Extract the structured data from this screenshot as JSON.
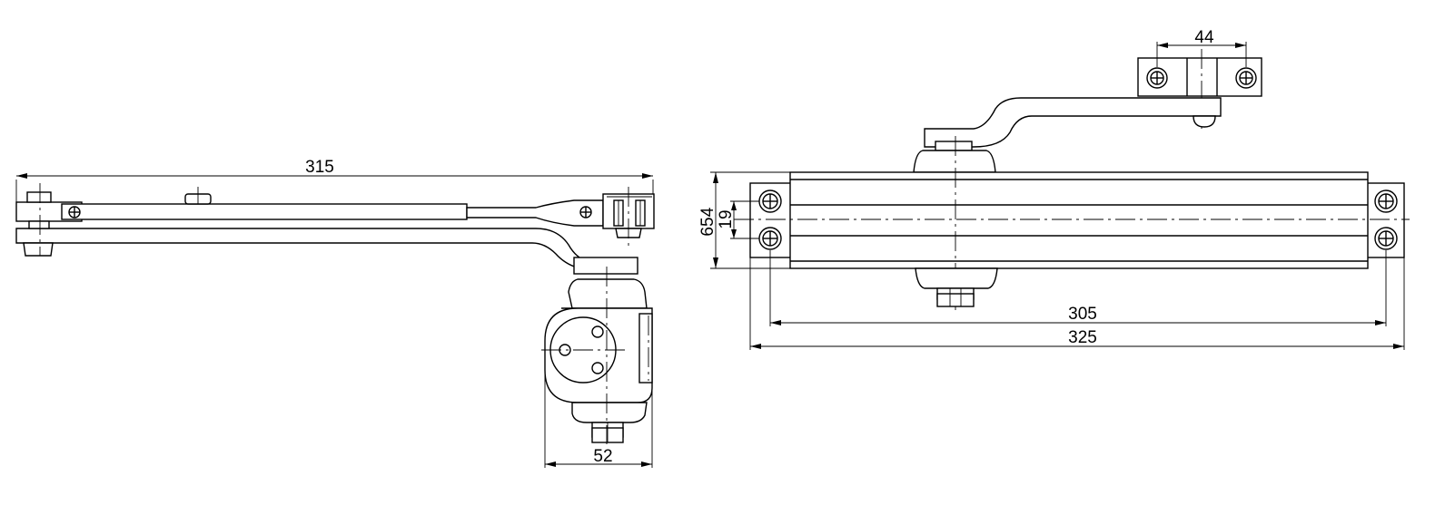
{
  "dimensions": {
    "side_overall_length": "315",
    "side_body_width": "52",
    "front_bracket_hole_spacing": "44",
    "front_height_outer": "65",
    "front_height_inner": "4",
    "front_hole_spacing": "19",
    "front_mount_hole_spacing": "305",
    "front_overall_length": "325"
  }
}
